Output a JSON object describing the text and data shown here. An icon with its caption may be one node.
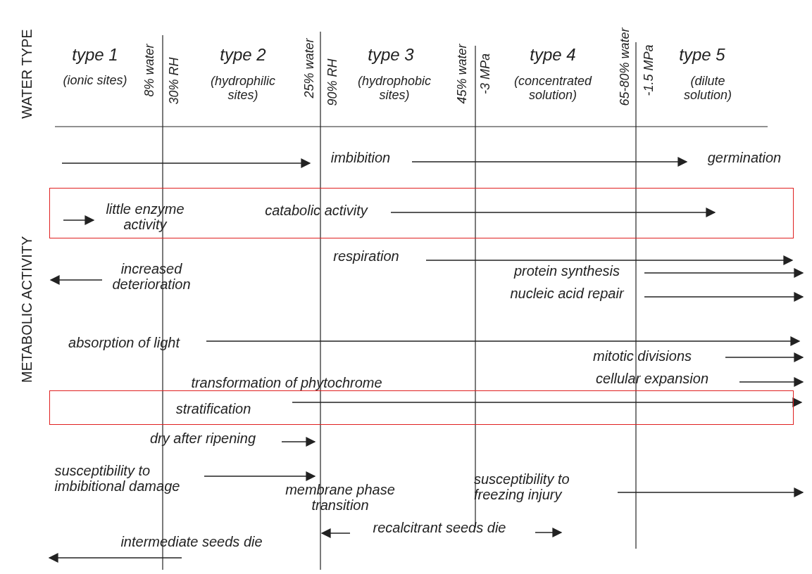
{
  "diagram": {
    "nodes": [
      {
        "text": [
          "little enzyme activity",
          "catabolic activity"
        ]
      },
      {
        "text": [
          "stratification"
        ]
      }
    ],
    "edges": [],
    "labels": [
      "WATER TYPE",
      "type 1",
      "(ionic sites)",
      "8% water",
      "30% RH",
      "type 2",
      "(hydrophilic sites)",
      "25% water",
      "90% RH",
      "type 3",
      "(hydrophobic sites)",
      "45% water",
      "-3 MPa",
      "type 4",
      "(concentrated solution)",
      "65-80% water",
      "-1.5 MPa",
      "type 5",
      "(dilute solution)",
      "imbibition",
      "germination",
      "METABOLIC ACTIVITY",
      "respiration",
      "increased deterioration",
      "protein synthesis",
      "nucleic acid repair",
      "absorption of light",
      "mitotic divisions",
      "transformation of phytochrome",
      "cellular expansion",
      "dry after ripening",
      "susceptibility to imbibitional damage",
      "membrane phase transition",
      "susceptibility to freezing injury",
      "recalcitrant seeds die",
      "intermediate seeds die"
    ]
  }
}
